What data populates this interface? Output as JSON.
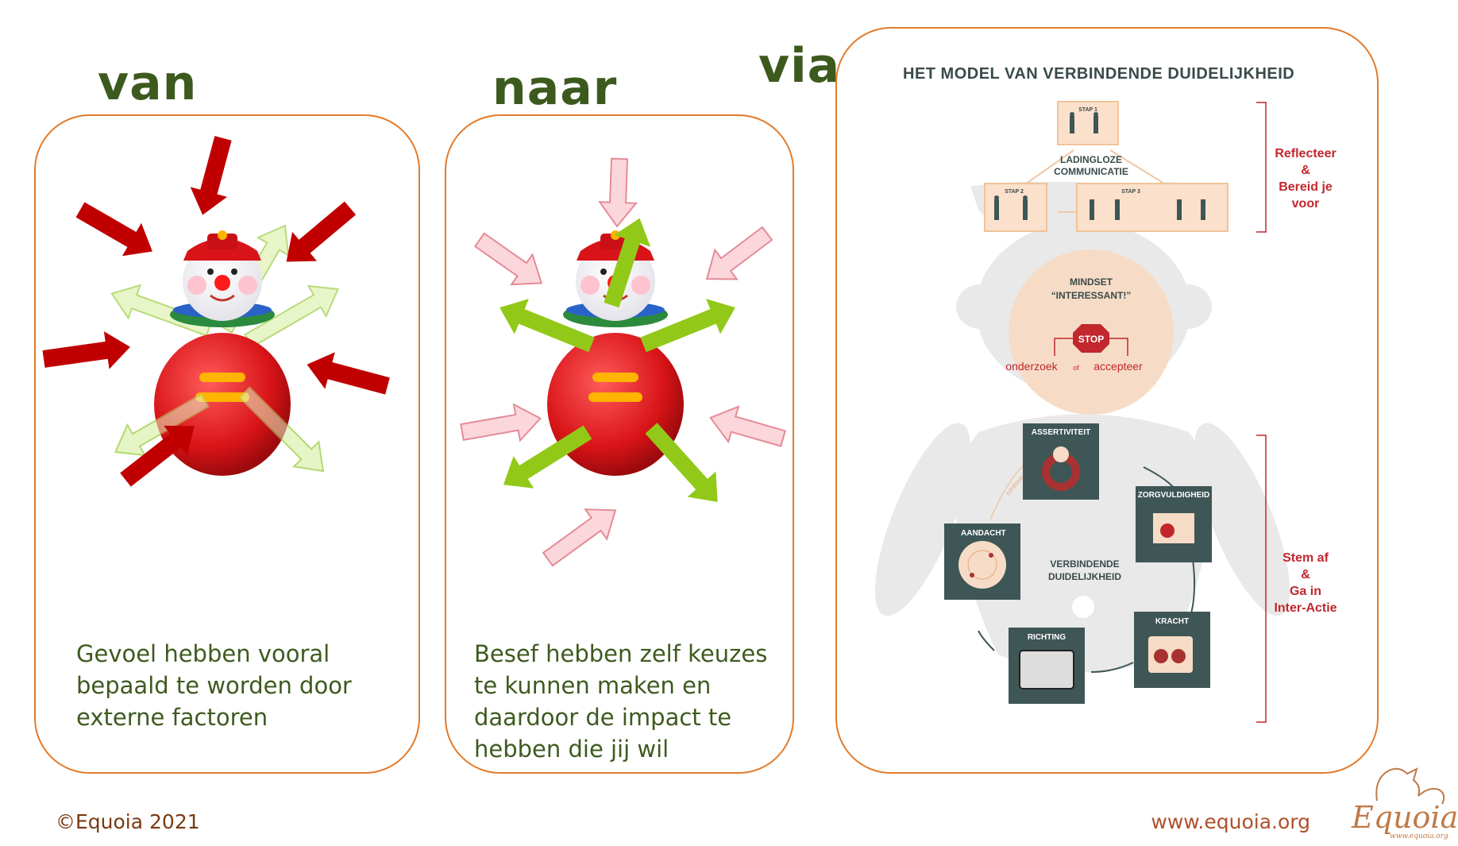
{
  "headings": {
    "van": "van",
    "naar": "naar",
    "via": "via"
  },
  "captions": {
    "van": [
      "Gevoel hebben vooral",
      "bepaald te worden door",
      "externe factoren"
    ],
    "naar": [
      "Besef hebben zelf keuzes",
      "te kunnen maken en",
      "daardoor de impact te",
      "hebben die jij wil"
    ]
  },
  "model": {
    "title": "HET MODEL VAN VERBINDENDE DUIDELIJKHEID",
    "steps": {
      "step1": "STAP 1",
      "step2": "STAP 2",
      "step3": "STAP 3",
      "center_line1": "LADINGLOZE",
      "center_line2": "COMMUNICATIE"
    },
    "mindset": {
      "line1": "MINDSET",
      "line2": "“INTERESSANT!”",
      "stop": "STOP",
      "onderzoek": "onderzoek",
      "of": "of",
      "accepteer": "accepteer"
    },
    "cycle": {
      "assertiviteit": "ASSERTIVITEIT",
      "zorgvuldigheid": "ZORGVULDIGHEID",
      "aandacht": "AANDACHT",
      "richting": "RICHTING",
      "kracht": "KRACHT",
      "center_line1": "VERBINDENDE",
      "center_line2": "DUIDELIJKHEID",
      "arc_note": "continue check"
    },
    "side_top": [
      "Reflecteer",
      "&",
      "Bereid je",
      "voor"
    ],
    "side_bottom": [
      "Stem af",
      "&",
      "Ga in",
      "Inter-Actie"
    ]
  },
  "footer": {
    "copyright": "©Equoia 2021",
    "website": "www.equoia.org",
    "logo": "Equoia",
    "logo_small": "www.equoia.org"
  },
  "colors": {
    "heading_green": "#3d5a1e",
    "panel_border": "#e27b2b",
    "arrow_red": "#c00000",
    "arrow_green": "#92c918",
    "card_dark": "#3f5656",
    "accent_red": "#c1272d"
  }
}
